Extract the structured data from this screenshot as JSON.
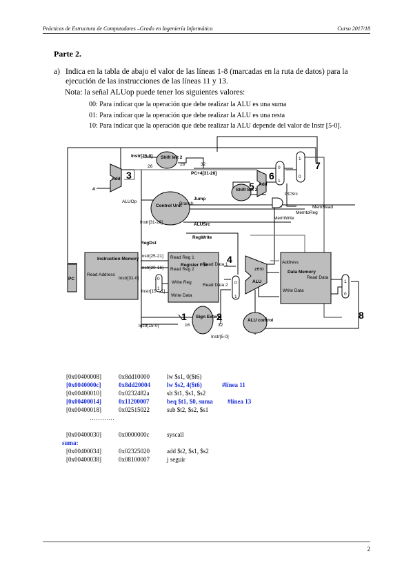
{
  "header": {
    "left": "Prácticas de Estructura de Computadores –Grado en Ingeniería Informática",
    "right": "Curso 2017/18"
  },
  "part_title": "Parte 2.",
  "question": {
    "label": "a)",
    "text": "Indica en la tabla de abajo el valor de las líneas  1-8  (marcadas en la ruta de datos) para la ejecución de las instrucciones de las líneas 11 y 13."
  },
  "note": "Nota: la señal ALUop puede tener los siguientes valores:",
  "aluop_options": [
    "00: Para indicar que la operación que debe realizar la ALU es una suma",
    "01: Para indicar que la operación que debe realizar la ALU es una resta",
    "10: Para indicar que la operación que debe realizar la ALU depende del valor de Instr [5-0]."
  ],
  "diagram": {
    "labels": {
      "instr25_0": "Instr[25-0]",
      "shift_left2": "Shift left 2",
      "n26": "26",
      "n28": "28",
      "n32": "32",
      "pc4": "PC+4[31-28]",
      "add": "Add",
      "four": "4",
      "aluop": "ALUOp",
      "jump": "Jump",
      "branch": "Branch",
      "control": "Control Unit",
      "instr31_26": "Instr[31-26]",
      "memread": "MemRead",
      "memtoreg": "MemtoReg",
      "memwrite": "MemWrite",
      "alusrc": "ALUSrc",
      "regwrite": "RegWrite",
      "regdst": "RegDst",
      "instruction_memory": "Instruction Memory",
      "read_address": "Read Address",
      "instr31_0": "Instr[31-0]",
      "pc": "PC",
      "instr25_21": "Instr[25-21]",
      "instr20_16": "Instr[20-16]",
      "instr15_11": "Instr[15 -11]",
      "read_reg1": "Read Reg 1",
      "read_reg2": "Read Reg 2",
      "register_file": "Register File",
      "write_reg": "Write Reg",
      "write_data": "Write Data",
      "read_data1": "Read Data 1",
      "read_data2": "Read Data 2",
      "zero": "zero",
      "alu": "ALU",
      "address": "Address",
      "data_memory": "Data Memory",
      "read_data": "Read Data",
      "sign_extend": "Sign Extend",
      "n16": "16",
      "instr15_0": "Instr[15-0]",
      "instr5_0": "Instr[5-0]",
      "alu_control": "ALU control",
      "pcsrc": "PCSrc",
      "m0": "0",
      "m1": "1"
    },
    "numbers": [
      "1",
      "2",
      "3",
      "4",
      "5",
      "6",
      "7",
      "8"
    ]
  },
  "code": [
    {
      "addr": "[0x00400008]",
      "hex": "0x8dd10000",
      "asm": "lw $s1, 0($t6)",
      "comment": "",
      "highlight": false
    },
    {
      "addr": "[0x0040000c]",
      "hex": "0x8dd20004",
      "asm": "lw $s2, 4($t6)",
      "comment": "#línea 11",
      "highlight": true
    },
    {
      "addr": "[0x00400010]",
      "hex": "0x0232482a",
      "asm": "slt $t1, $s1, $s2",
      "comment": "",
      "highlight": false
    },
    {
      "addr": "[0x00400014]",
      "hex": "0x11200007",
      "asm": "beq $t1, $0, suma",
      "comment": "#línea 13",
      "highlight": true
    },
    {
      "addr": "[0x00400018]",
      "hex": "0x02515022",
      "asm": "sub $t2, $s2, $s1",
      "comment": "",
      "highlight": false
    }
  ],
  "ellipsis": "…………",
  "code2": [
    {
      "addr": "[0x00400030]",
      "hex": "0x0000000c",
      "asm": "syscall"
    }
  ],
  "label_suma": "suma:",
  "code3": [
    {
      "addr": "[0x00400034]",
      "hex": "0x02325020",
      "asm": "add $t2, $s1, $s2"
    },
    {
      "addr": "[0x00400038]",
      "hex": "0x08100007",
      "asm": "j seguir"
    }
  ],
  "page_number": "2"
}
